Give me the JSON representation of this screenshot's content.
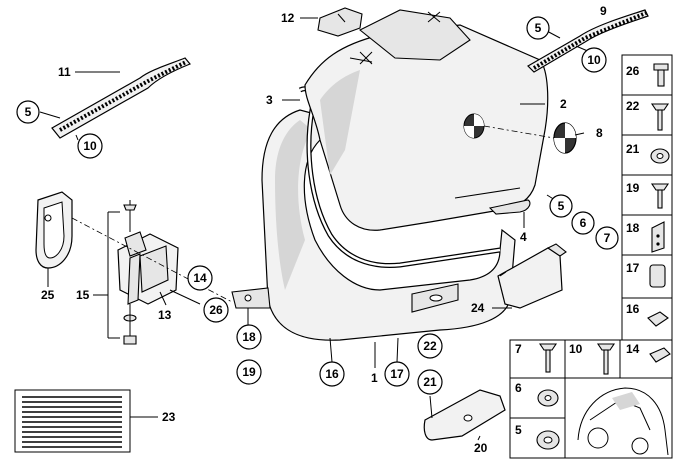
{
  "callouts": {
    "c1": "1",
    "c2": "2",
    "c3": "3",
    "c4": "4",
    "c5a": "5",
    "c5b": "5",
    "c5c": "5",
    "c5d": "5",
    "c6a": "6",
    "c6b": "6",
    "c7a": "7",
    "c7b": "7",
    "c8": "8",
    "c9": "9",
    "c10a": "10",
    "c10b": "10",
    "c10c": "10",
    "c11": "11",
    "c12": "12",
    "c13": "13",
    "c14a": "14",
    "c14b": "14",
    "c15": "15",
    "c16a": "16",
    "c16b": "16",
    "c17a": "17",
    "c17b": "17",
    "c18a": "18",
    "c18b": "18",
    "c19a": "19",
    "c19b": "19",
    "c20": "20",
    "c21a": "21",
    "c21b": "21",
    "c22a": "22",
    "c22b": "22",
    "c23": "23",
    "c24": "24",
    "c25": "25",
    "c26a": "26",
    "c26b": "26"
  }
}
